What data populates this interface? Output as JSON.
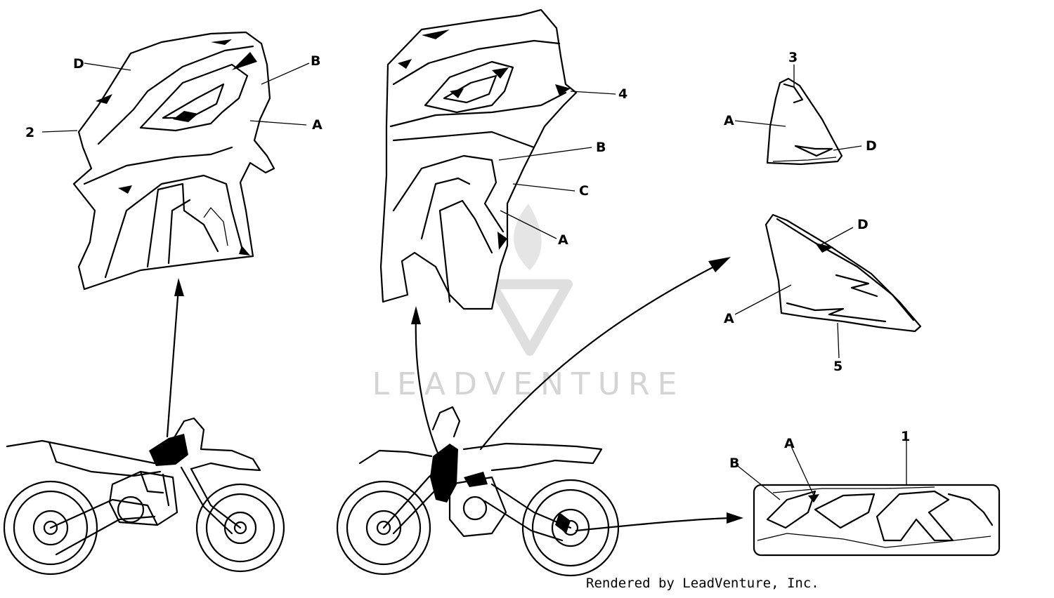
{
  "watermark": {
    "brand": "LEADVENTURE"
  },
  "footer": {
    "credit": "Rendered by LeadVenture, Inc."
  },
  "parts": {
    "p1": "1",
    "p2": "2",
    "p3": "3",
    "p4": "4",
    "p5": "5"
  },
  "letters": {
    "a": "A",
    "b": "B",
    "c": "C",
    "d": "D"
  }
}
